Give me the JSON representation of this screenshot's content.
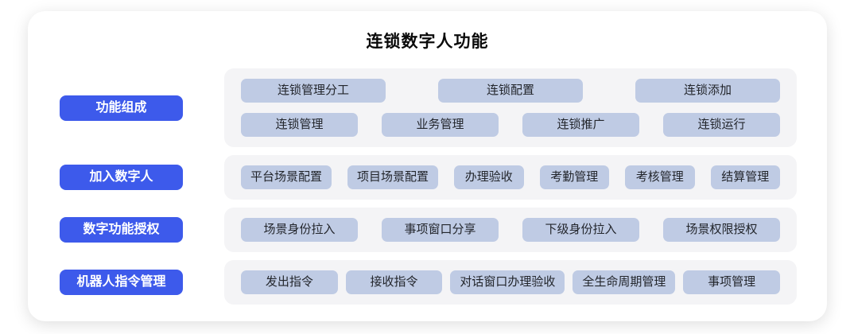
{
  "title": "连锁数字人功能",
  "rows": [
    {
      "label": "功能组成",
      "lines": [
        [
          "连锁管理分工",
          "连锁配置",
          "连锁添加"
        ],
        [
          "连锁管理",
          "业务管理",
          "连锁推广",
          "连锁运行"
        ]
      ]
    },
    {
      "label": "加入数字人",
      "lines": [
        [
          "平台场景配置",
          "项目场景配置",
          "办理验收",
          "考勤管理",
          "考核管理",
          "结算管理"
        ]
      ]
    },
    {
      "label": "数字功能授权",
      "lines": [
        [
          "场景身份拉入",
          "事项窗口分享",
          "下级身份拉入",
          "场景权限授权"
        ]
      ]
    },
    {
      "label": "机器人指令管理",
      "lines": [
        [
          "发出指令",
          "接收指令",
          "对话窗口办理验收",
          "全生命周期管理",
          "事项管理"
        ]
      ]
    }
  ],
  "colors": {
    "label_bg": "#3d5aeb",
    "chip_bg": "#bfcbe4",
    "panel_bg": "#f4f4f6",
    "chip_text": "#23262c",
    "title_color": "#0a0a0a"
  }
}
